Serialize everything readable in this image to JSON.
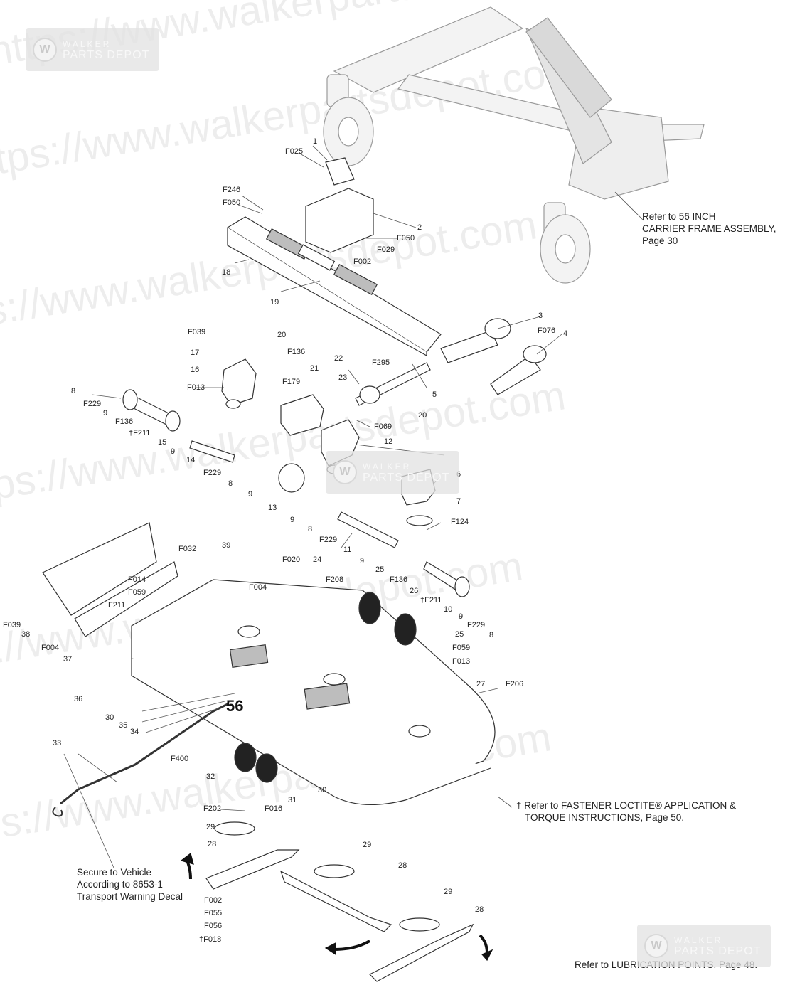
{
  "watermark_text": "https://www.walkerpartsdepot.com",
  "badge": {
    "line1": "WALKER",
    "line2": "PARTS DEPOT",
    "icon": "walker-w-logo-icon"
  },
  "notes": {
    "carrier_ref": [
      "Refer to 56 INCH",
      "CARRIER FRAME ASSEMBLY,",
      "Page 30"
    ],
    "loctite_ref": [
      "† Refer to FASTENER LOCTITE® APPLICATION &",
      "TORQUE INSTRUCTIONS, Page 50."
    ],
    "transport_note": [
      "Secure to Vehicle",
      "According to 8653-1",
      "Transport Warning Decal"
    ],
    "lubrication_ref": "Refer to LUBRICATION POINTS, Page 48."
  },
  "deck_size_decal": "56",
  "labels": [
    {
      "id": "1",
      "text": "1"
    },
    {
      "id": "F025",
      "text": "F025"
    },
    {
      "id": "F246",
      "text": "F246"
    },
    {
      "id": "F050a",
      "text": "F050"
    },
    {
      "id": "2",
      "text": "2"
    },
    {
      "id": "F050b",
      "text": "F050"
    },
    {
      "id": "F029",
      "text": "F029"
    },
    {
      "id": "F002a",
      "text": "F002"
    },
    {
      "id": "18",
      "text": "18"
    },
    {
      "id": "19",
      "text": "19"
    },
    {
      "id": "3",
      "text": "3"
    },
    {
      "id": "F076",
      "text": "F076"
    },
    {
      "id": "4",
      "text": "4"
    },
    {
      "id": "F039a",
      "text": "F039"
    },
    {
      "id": "20a",
      "text": "20"
    },
    {
      "id": "F136a",
      "text": "F136"
    },
    {
      "id": "17",
      "text": "17"
    },
    {
      "id": "16",
      "text": "16"
    },
    {
      "id": "F179",
      "text": "F179"
    },
    {
      "id": "F013a",
      "text": "F013"
    },
    {
      "id": "21",
      "text": "21"
    },
    {
      "id": "22",
      "text": "22"
    },
    {
      "id": "F295",
      "text": "F295"
    },
    {
      "id": "23",
      "text": "23"
    },
    {
      "id": "5",
      "text": "5"
    },
    {
      "id": "8a",
      "text": "8"
    },
    {
      "id": "F229a",
      "text": "F229"
    },
    {
      "id": "9a",
      "text": "9"
    },
    {
      "id": "F136b",
      "text": "F136"
    },
    {
      "id": "F211a",
      "text": "†F211"
    },
    {
      "id": "15",
      "text": "15"
    },
    {
      "id": "9b",
      "text": "9"
    },
    {
      "id": "14",
      "text": "14"
    },
    {
      "id": "F229b",
      "text": "F229"
    },
    {
      "id": "8b",
      "text": "8"
    },
    {
      "id": "F069",
      "text": "F069"
    },
    {
      "id": "20b",
      "text": "20"
    },
    {
      "id": "12",
      "text": "12"
    },
    {
      "id": "6",
      "text": "6"
    },
    {
      "id": "9c",
      "text": "9"
    },
    {
      "id": "13",
      "text": "13"
    },
    {
      "id": "9d",
      "text": "9"
    },
    {
      "id": "7",
      "text": "7"
    },
    {
      "id": "F124",
      "text": "F124"
    },
    {
      "id": "8c",
      "text": "8"
    },
    {
      "id": "F229c",
      "text": "F229"
    },
    {
      "id": "11",
      "text": "11"
    },
    {
      "id": "F032",
      "text": "F032"
    },
    {
      "id": "39",
      "text": "39"
    },
    {
      "id": "F020",
      "text": "F020"
    },
    {
      "id": "24",
      "text": "24"
    },
    {
      "id": "F208",
      "text": "F208"
    },
    {
      "id": "9e",
      "text": "9"
    },
    {
      "id": "25a",
      "text": "25"
    },
    {
      "id": "F136c",
      "text": "F136"
    },
    {
      "id": "26",
      "text": "26"
    },
    {
      "id": "F211b",
      "text": "†F211"
    },
    {
      "id": "10",
      "text": "10"
    },
    {
      "id": "9f",
      "text": "9"
    },
    {
      "id": "F229d",
      "text": "F229"
    },
    {
      "id": "8d",
      "text": "8"
    },
    {
      "id": "F014",
      "text": "F014"
    },
    {
      "id": "F059a",
      "text": "F059"
    },
    {
      "id": "F211c",
      "text": "F211"
    },
    {
      "id": "F004a",
      "text": "F004"
    },
    {
      "id": "F039b",
      "text": "F039"
    },
    {
      "id": "38",
      "text": "38"
    },
    {
      "id": "F004b",
      "text": "F004"
    },
    {
      "id": "37",
      "text": "37"
    },
    {
      "id": "25b",
      "text": "25"
    },
    {
      "id": "F059b",
      "text": "F059"
    },
    {
      "id": "F013b",
      "text": "F013"
    },
    {
      "id": "36",
      "text": "36"
    },
    {
      "id": "27",
      "text": "27"
    },
    {
      "id": "F206",
      "text": "F206"
    },
    {
      "id": "30a",
      "text": "30"
    },
    {
      "id": "35",
      "text": "35"
    },
    {
      "id": "34",
      "text": "34"
    },
    {
      "id": "33",
      "text": "33"
    },
    {
      "id": "F400",
      "text": "F400"
    },
    {
      "id": "32",
      "text": "32"
    },
    {
      "id": "31",
      "text": "31"
    },
    {
      "id": "F016",
      "text": "F016"
    },
    {
      "id": "30b",
      "text": "30"
    },
    {
      "id": "F202",
      "text": "F202"
    },
    {
      "id": "29a",
      "text": "29"
    },
    {
      "id": "28a",
      "text": "28"
    },
    {
      "id": "29b",
      "text": "29"
    },
    {
      "id": "28b",
      "text": "28"
    },
    {
      "id": "29c",
      "text": "29"
    },
    {
      "id": "28c",
      "text": "28"
    },
    {
      "id": "F002b",
      "text": "F002"
    },
    {
      "id": "F055",
      "text": "F055"
    },
    {
      "id": "F056",
      "text": "F056"
    },
    {
      "id": "F018",
      "text": "†F018"
    }
  ]
}
